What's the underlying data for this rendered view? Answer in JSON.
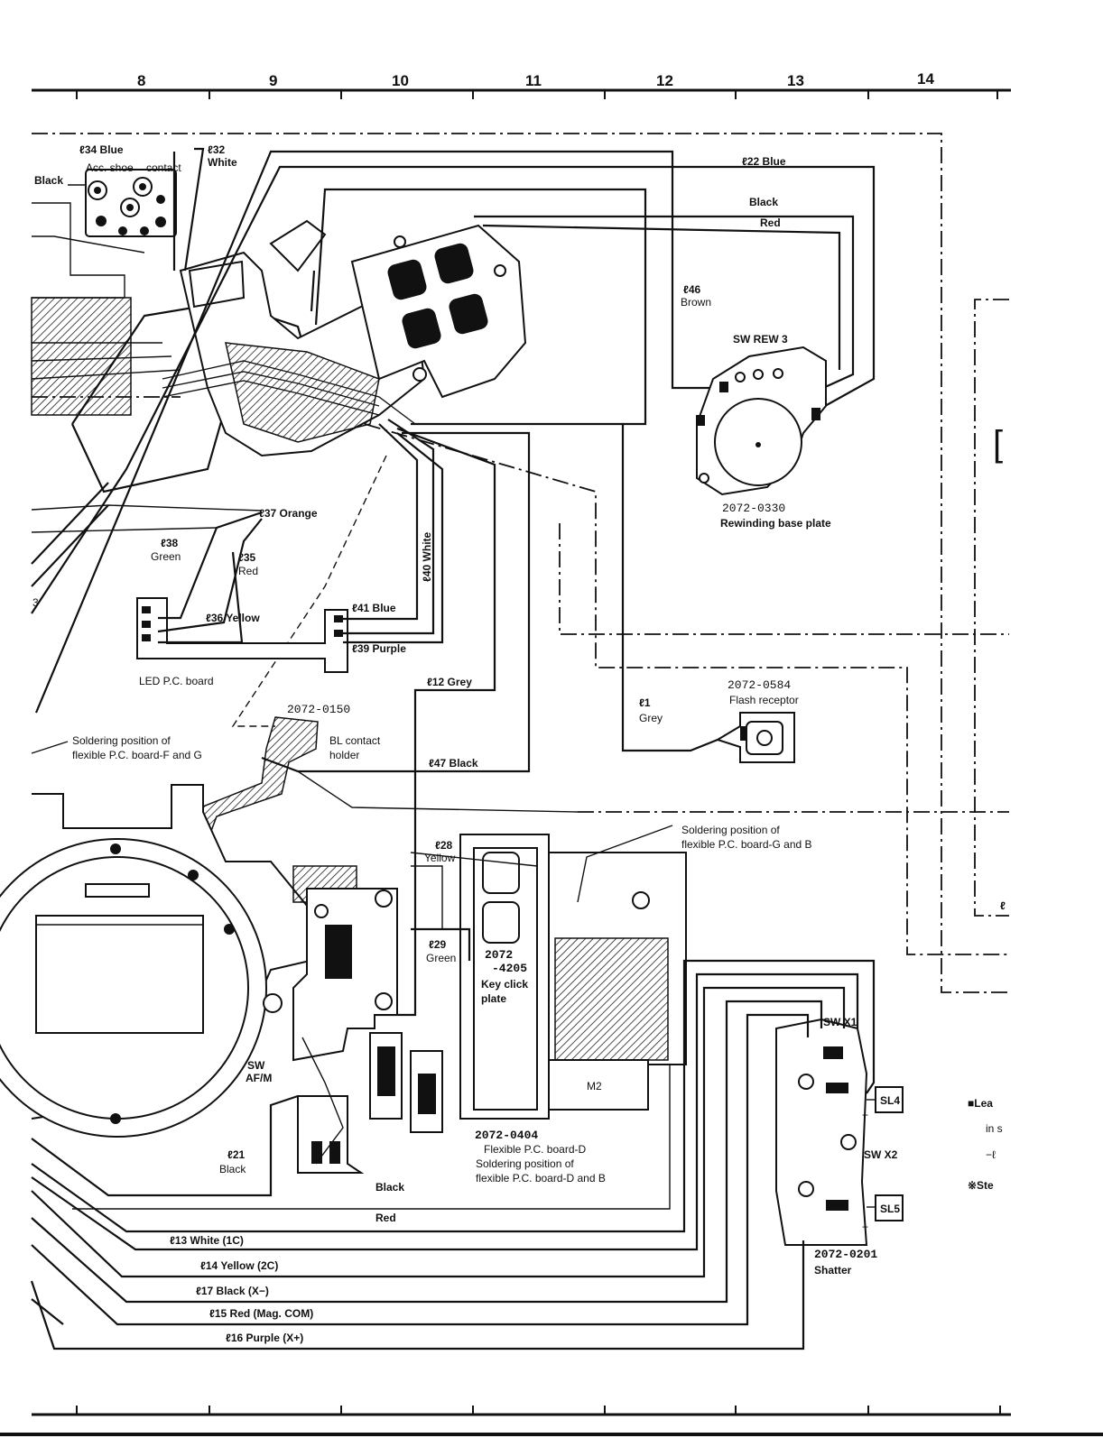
{
  "columns": [
    "8",
    "9",
    "10",
    "11",
    "12",
    "13",
    "14"
  ],
  "wires": {
    "l34": "ℓ34 Blue",
    "l32a": "ℓ32",
    "l32b": "White",
    "l22": "ℓ22 Blue",
    "black_top": "Black",
    "red_top": "Red",
    "l46a": "ℓ46",
    "l46b": "Brown",
    "l37": "ℓ37 Orange",
    "l38a": "ℓ38",
    "l38b": "Green",
    "l35a": "ℓ35",
    "l35b": "Red",
    "l40": "ℓ40 White",
    "l36": "ℓ36 Yellow",
    "l41": "ℓ41 Blue",
    "l39": "ℓ39 Purple",
    "l12": "ℓ12 Grey",
    "l1a": "ℓ1",
    "l1b": "Grey",
    "l47": "ℓ47 Black",
    "l28a": "ℓ28",
    "l28b": "Yellow",
    "l29a": "ℓ29",
    "l29b": "Green",
    "l21a": "ℓ21",
    "l21b": "Black",
    "black_bottom": "Black",
    "red_bottom": "Red",
    "l13": "ℓ13 White (1C)",
    "l14": "ℓ14 Yellow (2C)",
    "l17": "ℓ17 Black (X−)",
    "l15": "ℓ15 Red (Mag. COM)",
    "l16": "ℓ16 Purple (X+)",
    "black_left": "Black"
  },
  "labels": {
    "acc_shoe": "Acc. shoe",
    "contact": "contact",
    "sw_rew3": "SW REW 3",
    "p0330": "2072-0330",
    "p0330_name": "Rewinding base plate",
    "led_pc": "LED P.C. board",
    "p0150": "2072-0150",
    "bl_a": "BL contact",
    "bl_b": "holder",
    "p0584": "2072-0584",
    "p0584_name": "Flash receptor",
    "solder_fg_a": "Soldering position of",
    "solder_fg_b": "flexible P.C. board-F and G",
    "solder_gb_a": "Soldering position of",
    "solder_gb_b": "flexible P.C. board-G and B",
    "p4205_a": "2072",
    "p4205_b": "-4205",
    "keyclick_a": "Key click",
    "keyclick_b": "plate",
    "m2": "M2",
    "sw_afm_a": "SW",
    "sw_afm_b": "AF/M",
    "p0404": "2072-0404",
    "p0404_name": "Flexible P.C. board-D",
    "solder_db_a": "Soldering position of",
    "solder_db_b": "flexible P.C. board-D and B",
    "sw_x1": "SW X1",
    "sw_x2": "SW X2",
    "sl4": "SL4",
    "sl5": "SL5",
    "p0201": "2072-0201",
    "p0201_name": "Shatter",
    "right_frag1": "■Lea",
    "right_frag2": "in s",
    "right_frag3": "−ℓ",
    "right_frag4": "※Ste",
    "left_frag": "3",
    "right_bracket": "[",
    "right_l": "ℓ"
  }
}
